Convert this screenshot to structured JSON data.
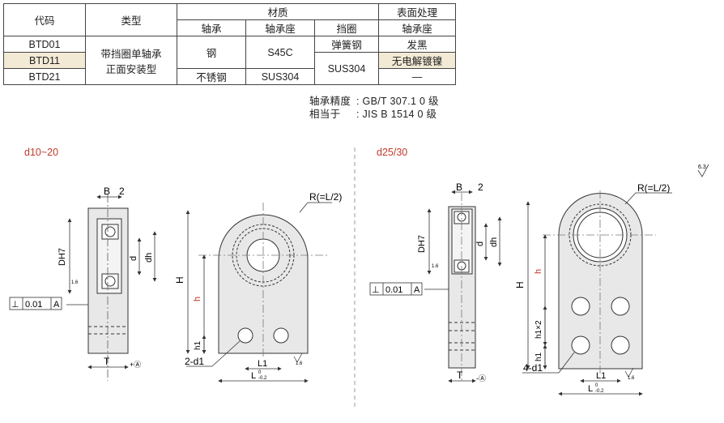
{
  "table": {
    "headers": {
      "code": "代码",
      "type": "类型",
      "material": "材质",
      "surface": "表面处理",
      "bearing": "轴承",
      "housing": "轴承座",
      "retainer": "挡圈",
      "surface_housing": "轴承座"
    },
    "rows": [
      {
        "code": "BTD01",
        "retainer": "弹簧钢",
        "surface": "发黑"
      },
      {
        "code": "BTD11",
        "surface": "无电解镀镍"
      },
      {
        "code": "BTD21",
        "bearing": "不锈钢",
        "housing": "SUS304",
        "surface": "—"
      }
    ],
    "type_line1": "带挡圈单轴承",
    "type_line2": "正面安装型",
    "bearing_steel": "钢",
    "housing_s45c": "S45C",
    "retainer_sus": "SUS304"
  },
  "notes": {
    "precision_label": "轴承精度",
    "precision_value": ": GB/T 307.1 0 级",
    "equiv_label": "相当于",
    "equiv_value": ": JIS B 1514 0 级"
  },
  "drawings": {
    "left_title": "d10~20",
    "right_title": "d25/30",
    "accent": "#c0392b",
    "roughness_top": "6.3",
    "dim_B": "B",
    "dim_2": "2",
    "dim_DH7": "DH7",
    "dim_d": "d",
    "dim_dh": "dh",
    "dim_T": "T",
    "datum_A": "A",
    "tol_value": "0.01",
    "roughness_16": "1.6",
    "dim_R": "R(=L/2)",
    "dim_H": "H",
    "dim_h": "h",
    "dim_h1": "h1",
    "dim_h1x2": "h1×2",
    "dim_L1": "L1",
    "dim_L": "L",
    "tol_L_upper": "0",
    "tol_L_lower": "-0.2",
    "holes_left": "2-d1",
    "holes_right": "4-d1"
  }
}
